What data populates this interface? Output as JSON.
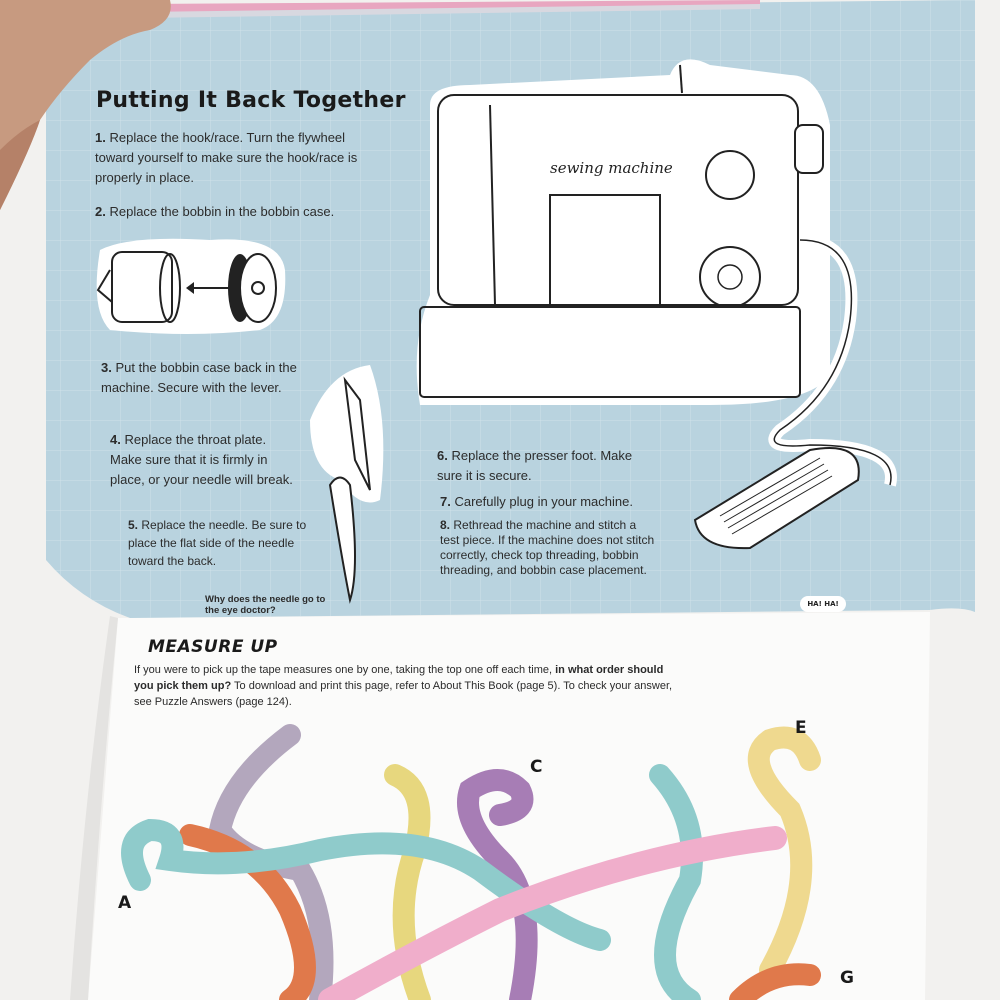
{
  "top_page": {
    "title": "Putting It Back Together",
    "steps": [
      {
        "num": "1.",
        "text": "Replace the hook/race. Turn the flywheel toward yourself to make sure the hook/race is properly in place."
      },
      {
        "num": "2.",
        "text": "Replace the bobbin in the bobbin case."
      },
      {
        "num": "3.",
        "text": "Put the bobbin case back in the machine. Secure with the lever."
      },
      {
        "num": "4.",
        "text": "Replace the throat plate. Make sure that it is firmly in place, or your needle will break."
      },
      {
        "num": "5.",
        "text": "Replace the needle. Be sure to place the flat side of the needle toward the back."
      },
      {
        "num": "6.",
        "text": "Replace the presser foot. Make sure it is secure."
      },
      {
        "num": "7.",
        "text": "Carefully plug in your machine."
      },
      {
        "num": "8.",
        "text": "Rethread the machine and stitch a test piece. If the machine does not stitch correctly, check top threading, bobbin threading, and bobbin case placement."
      }
    ],
    "machine_label": "sewing machine",
    "joke": "Why does the needle go to the eye doctor?",
    "joke_badge": "HA! HA!"
  },
  "bottom_page": {
    "title": "MEASURE UP",
    "intro_plain": "If you were to pick up the tape measures one by one, taking the top one off each time,",
    "intro_bold": "in what order should you pick them up?",
    "intro_rest": "To download and print this page, refer to About This Book (page 5). To check your answer, see Puzzle Answers (page 124).",
    "labels": {
      "a": "A",
      "c": "C",
      "e": "E",
      "g": "G"
    }
  },
  "colors": {
    "page_blue": "#b9d3df",
    "grid": "#cfe2ea",
    "tape_teal": "#8fcbcb",
    "tape_pink": "#f0aecb",
    "tape_purple": "#a77db5",
    "tape_yellow": "#e7d77e",
    "tape_orange": "#e0794b",
    "tape_lilac": "#b3a7bd",
    "tape_sand": "#efd98f"
  }
}
